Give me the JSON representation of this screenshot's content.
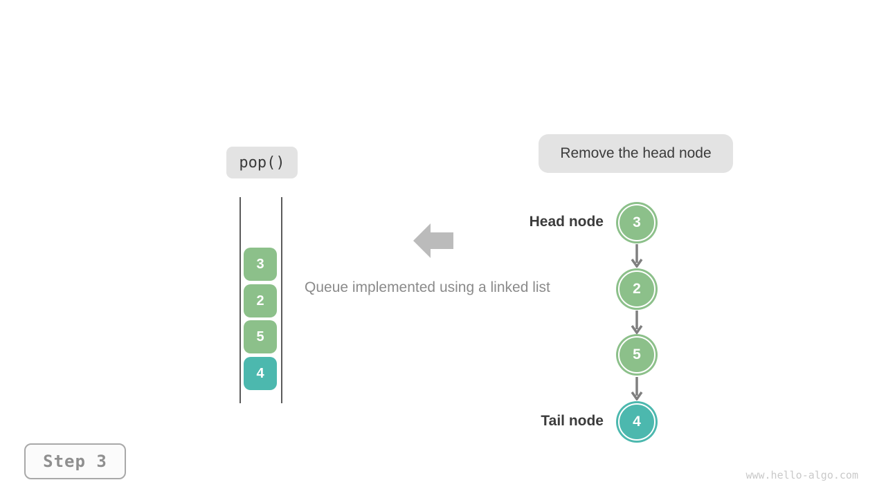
{
  "figure": {
    "operation_label": "pop()",
    "annotation_label": "Remove the head node",
    "caption": "Queue implemented using a linked list",
    "step_label": "Step 3",
    "watermark": "www.hello-algo.com"
  },
  "queue": {
    "items": [
      {
        "value": "3",
        "color": "#8CC08A"
      },
      {
        "value": "2",
        "color": "#8CC08A"
      },
      {
        "value": "5",
        "color": "#8CC08A"
      },
      {
        "value": "4",
        "color": "#4CB8AE"
      }
    ]
  },
  "linked_list": {
    "head_label": "Head node",
    "tail_label": "Tail node",
    "nodes": [
      {
        "value": "3",
        "color": "#8CC08A"
      },
      {
        "value": "2",
        "color": "#8CC08A"
      },
      {
        "value": "5",
        "color": "#8CC08A"
      },
      {
        "value": "4",
        "color": "#4CB8AE"
      }
    ]
  },
  "colors": {
    "node_green": "#8CC08A",
    "node_teal": "#4CB8AE",
    "connector_gray": "#7f7f7f",
    "big_arrow_gray": "#bbbbbb",
    "badge_background": "#e3e3e3",
    "dark_text": "#3b3b3b",
    "muted_text": "#8a8a8a"
  }
}
